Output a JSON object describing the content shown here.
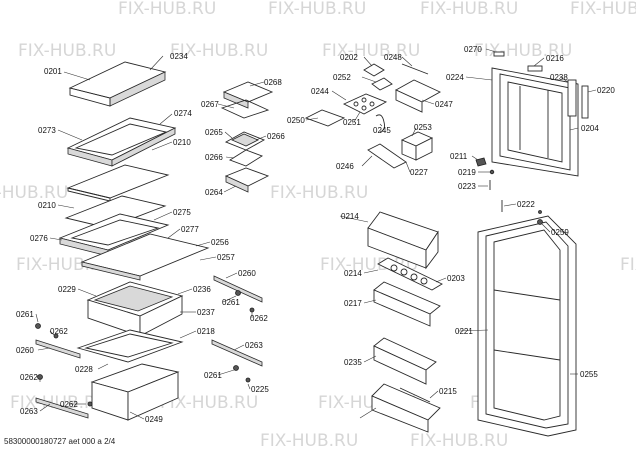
{
  "watermark": "FIX-HUB.RU",
  "footer": "58300000180727 aet 000 a 2/4",
  "callouts": [
    "0234",
    "0201",
    "0268",
    "0267",
    "0274",
    "0273",
    "0265",
    "0266",
    "0266",
    "0210",
    "0264",
    "0210",
    "0275",
    "0276",
    "0277",
    "0256",
    "0257",
    "0260",
    "0229",
    "0236",
    "0261",
    "0262",
    "0237",
    "0261",
    "0262",
    "0218",
    "0260",
    "0263",
    "0228",
    "0261",
    "0262",
    "0263",
    "0262",
    "0225",
    "0249",
    "0202",
    "0248",
    "0252",
    "0244",
    "0247",
    "0250",
    "0251",
    "0245",
    "0253",
    "0246",
    "0227",
    "0270",
    "0216",
    "0224",
    "0238",
    "0220",
    "0204",
    "0211",
    "0219",
    "0223",
    "0222",
    "0259",
    "0214",
    "0214",
    "0203",
    "0217",
    "0221",
    "0255",
    "0235",
    "0215"
  ]
}
